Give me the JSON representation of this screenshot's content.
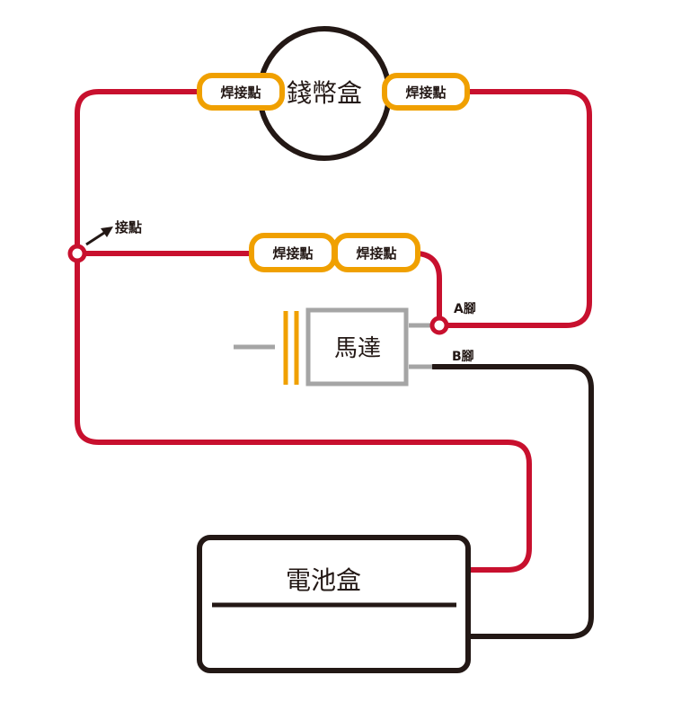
{
  "labels": {
    "coin_box": "錢幣盒",
    "motor": "馬達",
    "battery_box": "電池盒",
    "solder_point": "焊接點",
    "junction": "接點",
    "pin_a": "A腳",
    "pin_b": "B腳"
  },
  "colors": {
    "red_wire": "#c8102e",
    "black_wire": "#231815",
    "pad_border": "#f0a000",
    "motor_gray": "#a5a5a5",
    "capacitor_orange": "#f0a000"
  }
}
